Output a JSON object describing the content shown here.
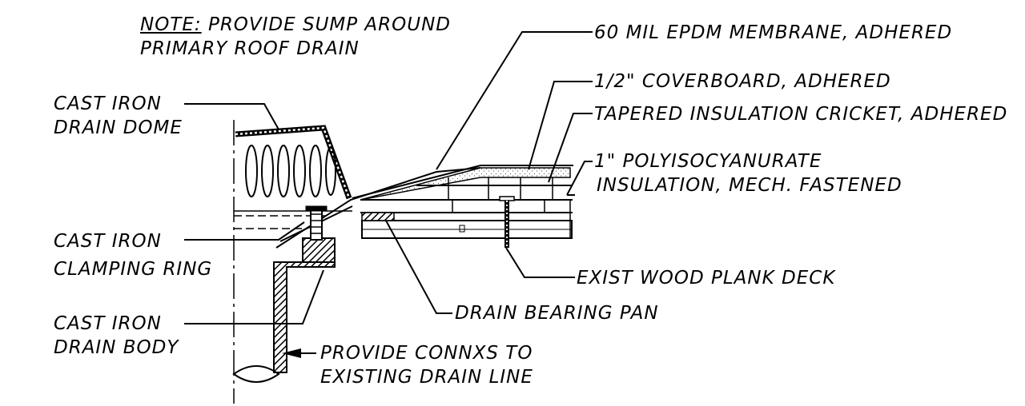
{
  "note": {
    "prefix": "NOTE:",
    "line1": "PROVIDE SUMP AROUND",
    "line2": "PRIMARY ROOF DRAIN"
  },
  "labels": {
    "membrane": "60 MIL EPDM MEMBRANE, ADHERED",
    "coverboard": "1/2\" COVERBOARD, ADHERED",
    "cricket": "TAPERED INSULATION CRICKET, ADHERED",
    "polyiso_line1": "1\" POLYISOCYANURATE",
    "polyiso_line2": "INSULATION, MECH. FASTENED",
    "dome_line1": "CAST IRON",
    "dome_line2": "DRAIN DOME",
    "clamp_line1": "CAST IRON",
    "clamp_line2": "CLAMPING RING",
    "body_line1": "CAST IRON",
    "body_line2": "DRAIN BODY",
    "deck": "EXIST WOOD PLANK DECK",
    "pan": "DRAIN BEARING PAN",
    "connxs_line1": "PROVIDE CONNXS TO",
    "connxs_line2": "EXISTING DRAIN LINE"
  }
}
